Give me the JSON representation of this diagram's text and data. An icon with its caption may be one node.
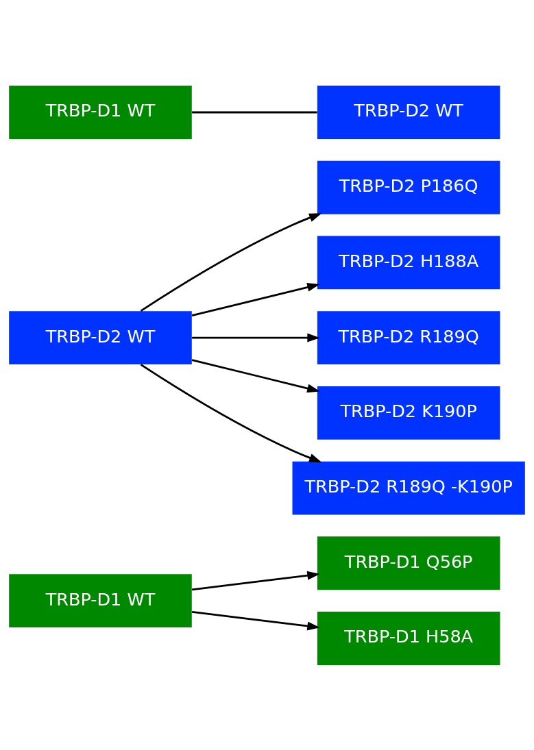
{
  "diagram": {
    "nodes": [
      {
        "text": [
          "TRBP-D1 WT"
        ]
      },
      {
        "text": [
          "TRBP-D1 Q56P"
        ]
      },
      {
        "text": [
          "TRBP-D1 H58A"
        ]
      },
      {
        "text": [
          "TRBP-D2 WT"
        ]
      },
      {
        "text": [
          "TRBP-D2 P186Q"
        ]
      },
      {
        "text": [
          "TRBP-D2 H188A"
        ]
      },
      {
        "text": [
          "TRBP-D2 R189Q"
        ]
      },
      {
        "text": [
          "TRBP-D2 K190P"
        ]
      },
      {
        "text": [
          "TRBP-D2 R189Q -K190P"
        ]
      },
      {
        "text": [
          "TRBP-D1 WT"
        ]
      },
      {
        "text": [
          "TRBP-D2 WT"
        ]
      }
    ],
    "edges": [
      {
        "from": 0,
        "to": 1,
        "arrow": "to"
      },
      {
        "from": 0,
        "to": 2,
        "arrow": "to"
      },
      {
        "from": 3,
        "to": 4,
        "arrow": "to"
      },
      {
        "from": 3,
        "to": 5,
        "arrow": "to"
      },
      {
        "from": 3,
        "to": 6,
        "arrow": "to"
      },
      {
        "from": 3,
        "to": 7,
        "arrow": "to"
      },
      {
        "from": 3,
        "to": 8,
        "arrow": "to"
      },
      {
        "from": 9,
        "to": 10,
        "arrow": "none"
      }
    ]
  }
}
